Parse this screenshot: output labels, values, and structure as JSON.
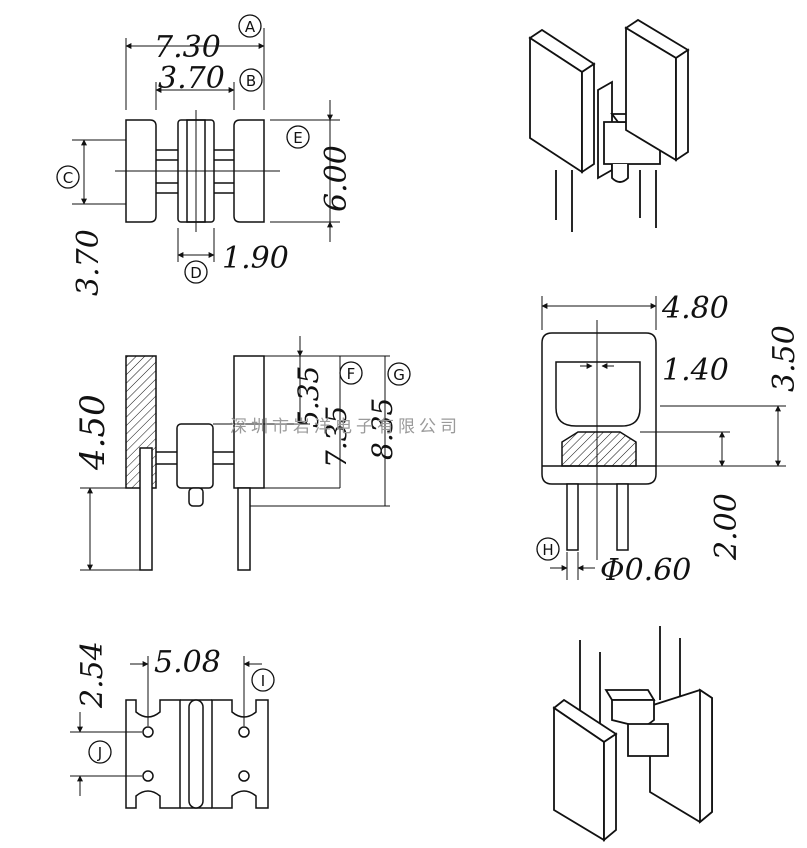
{
  "dimensions": {
    "top_width_overall": "7.30",
    "top_width_inner": "3.70",
    "top_height": "6.00",
    "top_side_height": "3.70",
    "top_slot_width": "1.90",
    "side_height": "4.50",
    "side_gap": "5.35",
    "side_mid": "7.35",
    "side_total": "8.35",
    "front_width": "4.80",
    "front_inner": "1.40",
    "front_height": "3.50",
    "front_pin_length": "2.00",
    "front_pin_diameter": "Φ0.60",
    "bottom_pitch_y": "2.54",
    "bottom_pitch_x": "5.08"
  },
  "markers": {
    "A": "A",
    "B": "B",
    "C": "C",
    "D": "D",
    "E": "E",
    "F": "F",
    "G": "G",
    "H": "H",
    "I": "I",
    "J": "J"
  },
  "watermark": "深圳市岩洋电子有限公司"
}
